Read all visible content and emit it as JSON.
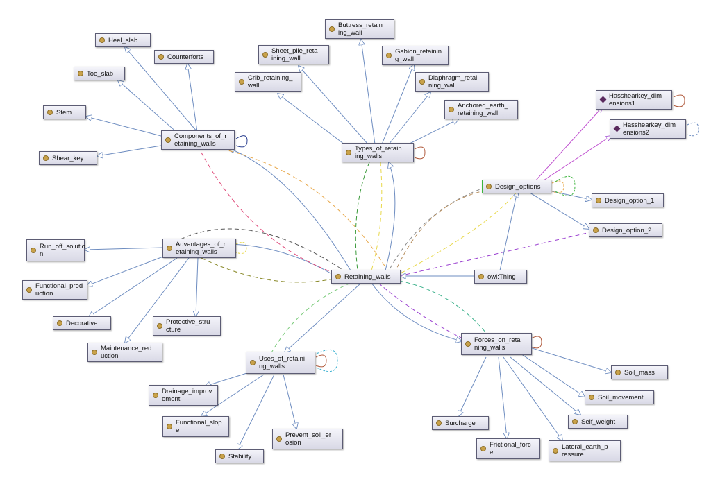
{
  "nodes": {
    "heel_slab": "Heel_slab",
    "counterforts": "Counterforts",
    "toe_slab": "Toe_slab",
    "stem": "Stem",
    "shear_key": "Shear_key",
    "components": "Components_of_r\netaining_walls",
    "buttress": "Buttress_retain\ning_wall",
    "sheet_pile": "Sheet_pile_reta\nining_wall",
    "gabion": "Gabion_retainin\ng_wall",
    "crib": "Crib_retaining_\nwall",
    "diaphragm": "Diaphragm_retai\nning_wall",
    "anchored": "Anchored_earth_\nretaining_wall",
    "types": "Types_of_retain\ning_walls",
    "hasshear1": "Hasshearkey_dim\nensions1",
    "hasshear2": "Hasshearkey_dim\nensions2",
    "design_options": "Design_options",
    "design_option_1": "Design_option_1",
    "design_option_2": "Design_option_2",
    "run_off": "Run_off_solutio\nn",
    "advantages": "Advantages_of_r\netaining_walls",
    "retaining_walls": "Retaining_walls",
    "owl_thing": "owl:Thing",
    "functional_production": "Functional_prod\nuction",
    "decorative": "Decorative",
    "protective": "Protective_stru\ncture",
    "maintenance": "Maintenance_red\nuction",
    "forces": "Forces_on_retai\nning_walls",
    "uses": "Uses_of_retaini\nng_walls",
    "soil_mass": "Soil_mass",
    "soil_movement": "Soil_movement",
    "self_weight": "Self_weight",
    "surcharge": "Surcharge",
    "frictional": "Frictional_forc\ne",
    "lateral": "Lateral_earth_p\nressure",
    "drainage": "Drainage_improv\nement",
    "functional_slope": "Functional_slop\ne",
    "stability": "Stability",
    "prevent_erosion": "Prevent_soil_er\nosion"
  },
  "colors": {
    "subclass_edge": "#6d8cc0",
    "self_loop_blue": "#2a3f8f",
    "self_loop_brown": "#b05a3c",
    "dashed_pink": "#e04a7a",
    "dashed_orange": "#e8a84a",
    "dashed_green": "#3a9a3a",
    "dashed_gray": "#8a8a8a",
    "dashed_purple": "#9a40d0",
    "dashed_teal": "#3ab08a",
    "dashed_olive": "#8a8a2a",
    "dashed_yellow": "#e8d84a",
    "object_property": "#c050d0",
    "selected_border": "#3cb43c"
  }
}
